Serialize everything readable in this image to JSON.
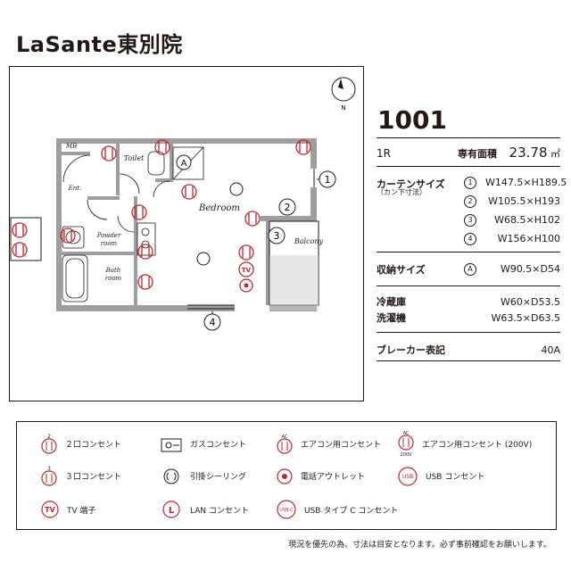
{
  "title": "LaSante東別院",
  "room_number": "1001",
  "layout_type": "1R",
  "area": {
    "label": "専有面積",
    "value": "23.78",
    "unit": "㎡"
  },
  "curtain": {
    "label": "カーテンサイズ",
    "sublabel": "（カン下寸法）",
    "items": [
      {
        "num": "1",
        "size": "W147.5×H189.5"
      },
      {
        "num": "2",
        "size": "W105.5×H193"
      },
      {
        "num": "3",
        "size": "W68.5×H102"
      },
      {
        "num": "4",
        "size": "W156×H100"
      }
    ]
  },
  "storage": {
    "label": "収納サイズ",
    "mark": "A",
    "size": "W90.5×D54"
  },
  "fridge": {
    "label": "冷蔵庫",
    "size": "W60×D53.5"
  },
  "washer": {
    "label": "洗濯機",
    "size": "W63.5×D63.5"
  },
  "breaker": {
    "label": "ブレーカー表記",
    "value": "40A"
  },
  "plan_labels": {
    "mb": "MB",
    "toilet": "Toilet",
    "ent": "Ent.",
    "bedroom": "Bedroom",
    "powder_room_1": "Powder",
    "powder_room_2": "room",
    "bath_room_1": "Bath",
    "bath_room_2": "room",
    "balcony": "Balcony",
    "compass_n": "N",
    "storage_mark": "A",
    "num1": "1",
    "num2": "2",
    "num3": "3",
    "num4": "4"
  },
  "legend": [
    {
      "icon": "outlet-2-icon",
      "text": "２口コンセント"
    },
    {
      "icon": "gas-outlet-icon",
      "text": "ガスコンセント"
    },
    {
      "icon": "ac-outlet-icon",
      "text": "エアコン用コンセント"
    },
    {
      "icon": "ac-outlet-200v-icon",
      "text": "エアコン用コンセント (200V)"
    },
    {
      "icon": "outlet-3-icon",
      "text": "３口コンセント"
    },
    {
      "icon": "ceiling-hook-icon",
      "text": "引掛シーリング"
    },
    {
      "icon": "phone-outlet-icon",
      "text": "電話アウトレット"
    },
    {
      "icon": "usb-outlet-icon",
      "text": "USB コンセント"
    },
    {
      "icon": "tv-terminal-icon",
      "text": "TV 端子"
    },
    {
      "icon": "lan-outlet-icon",
      "text": "LAN コンセント"
    },
    {
      "icon": "usb-c-outlet-icon",
      "text": "USB タイプ C コンセント"
    }
  ],
  "legend_icon_text": {
    "two": "2",
    "three": "3",
    "ac": "AC",
    "v200": "200V",
    "usb": "USB",
    "tv": "TV",
    "lan": "L",
    "usbc": "USB-C"
  },
  "footnote": "現況を優先の為、寸法は目安となります。必ず事前確認をお願いします。",
  "colors": {
    "outlet_red": "#c0272d",
    "wall_gray": "#9e9e9f",
    "ink": "#231815"
  }
}
